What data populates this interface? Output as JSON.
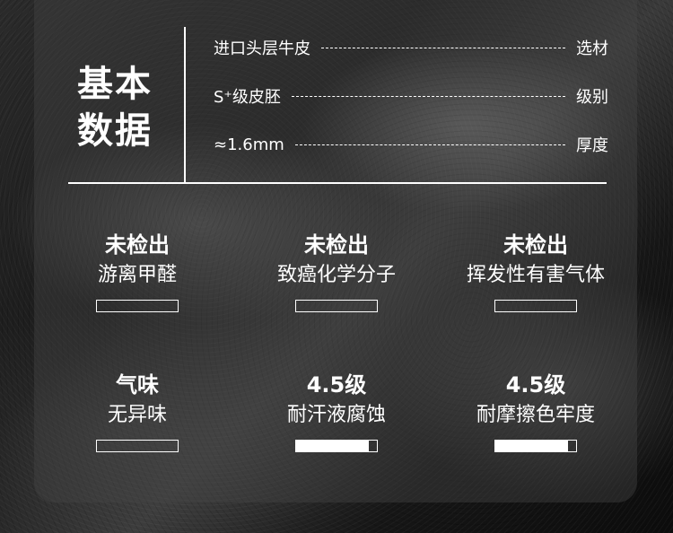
{
  "header": {
    "title_line1": "基本",
    "title_line2": "数据"
  },
  "specs": [
    {
      "left": "进口头层牛皮",
      "right": "选材"
    },
    {
      "left": "S⁺级皮胚",
      "right": "级别"
    },
    {
      "left": "≈1.6mm",
      "right": "厚度"
    }
  ],
  "grid": [
    {
      "big": "未检出",
      "small": "游离甲醛",
      "level": 0
    },
    {
      "big": "未检出",
      "small": "致癌化学分子",
      "level": 0
    },
    {
      "big": "未检出",
      "small": "挥发性有害气体",
      "level": 0
    },
    {
      "big": "气味",
      "small": "无异味",
      "level": 0
    },
    {
      "big": "4.5级",
      "small": "耐汗液腐蚀",
      "level": 0.9
    },
    {
      "big": "4.5级",
      "small": "耐摩擦色牢度",
      "level": 0.9
    }
  ]
}
